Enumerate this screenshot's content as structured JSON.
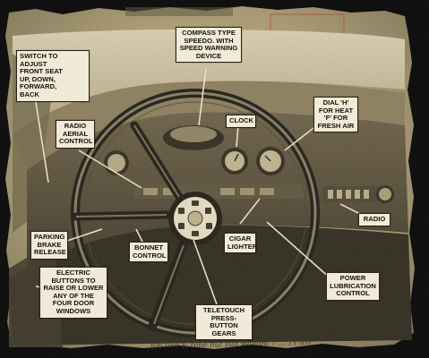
{
  "clipping": {
    "callouts": [
      {
        "id": "seat-switch",
        "lines": [
          "SWITCH TO ADJUST",
          "FRONT SEAT",
          "UP, DOWN,",
          "FORWARD,",
          "BACK"
        ]
      },
      {
        "id": "speedo",
        "lines": [
          "COMPASS TYPE",
          "SPEEDO. WITH",
          "SPEED WARNING",
          "DEVICE"
        ]
      },
      {
        "id": "radio-aerial",
        "lines": [
          "RADIO",
          "AERIAL",
          "CONTROL"
        ]
      },
      {
        "id": "clock",
        "lines": [
          "CLOCK"
        ]
      },
      {
        "id": "heat-dial",
        "lines": [
          "DIAL 'H'",
          "FOR HEAT",
          "'F' FOR",
          "FRESH AIR"
        ]
      },
      {
        "id": "radio",
        "lines": [
          "RADIO"
        ]
      },
      {
        "id": "parking-brake",
        "lines": [
          "PARKING",
          "BRAKE",
          "RELEASE"
        ]
      },
      {
        "id": "bonnet",
        "lines": [
          "BONNET",
          "CONTROL"
        ]
      },
      {
        "id": "cigar",
        "lines": [
          "CIGAR",
          "LIGHTER"
        ]
      },
      {
        "id": "electric-buttons",
        "lines": [
          "ELECTRIC",
          "BUTTONS TO",
          "RAISE OR LOWER",
          "ANY OF THE",
          "FOUR DOOR",
          "WINDOWS"
        ]
      },
      {
        "id": "power-lube",
        "lines": [
          "POWER",
          "LUBRICATION",
          "CONTROL"
        ]
      },
      {
        "id": "teletouch",
        "lines": [
          "TELETOUCH",
          "PRESS-BUTTON",
          "GEARS"
        ]
      }
    ],
    "handwritten_note": "8/6 line & tone nut sup wanted 7 ... 11 am"
  }
}
